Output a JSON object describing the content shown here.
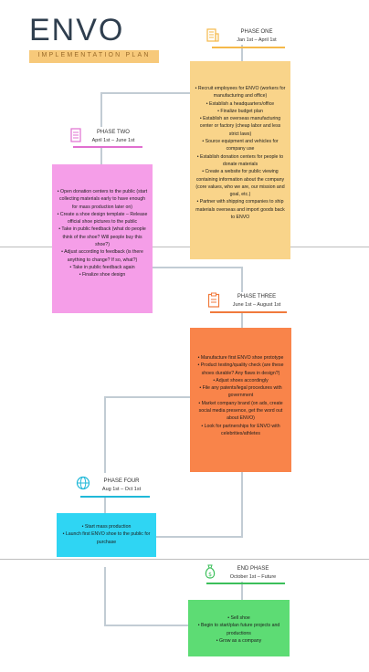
{
  "header": {
    "title": "ENVO",
    "subtitle": "IMPLEMENTATION PLAN"
  },
  "phases": [
    {
      "name": "PHASE ONE",
      "dates": "Jan 1st – April 1st",
      "icon": "building-icon",
      "color": "#f9d48a",
      "items": [
        "• Recruit employees for ENVO (workers for manufacturing and office)",
        "• Establish a headquarters/office",
        "• Finalize budget plan",
        "• Establish an overseas manufacturing center or factory (cheap labor and less strict laws)",
        "• Source equipment and vehicles for company use",
        "• Establish donation centers for people to donate materials",
        "• Create a website for public viewing containing information about the company (core values, who we are, our mission and goal, etc.)",
        "• Partner with shipping companies to ship materials overseas and import goods back to ENVO"
      ]
    },
    {
      "name": "PHASE TWO",
      "dates": "April 1st – June 1st",
      "icon": "document-icon",
      "color": "#f59ee8",
      "items": [
        "• Open donation centers to the public (start collecting materials early to have enough for mass production later on)",
        "• Create a shoe design template – Release official shoe pictures to the public",
        "• Take in public feedback (what do people think of the shoe? Will people buy this shoe?)",
        "• Adjust according to feedback (is there anything to change? If so, what?)",
        "• Take in public feedback again",
        "• Finalize shoe design"
      ]
    },
    {
      "name": "PHASE THREE",
      "dates": "June 1st – August 1st",
      "icon": "clipboard-icon",
      "color": "#f9844a",
      "items": [
        "• Manufacture first ENVO shoe prototype",
        "• Product testing/quality check (are these shoes durable? Any flaws in design?)",
        "• Adjust shoes accordingly",
        "• File any patents/legal procedures with government",
        "• Market company brand (on ads, create social media presence, get the word out about ENVO)",
        "• Look for partnerships for ENVO with celebrities/athletes"
      ]
    },
    {
      "name": "PHASE FOUR",
      "dates": "Aug 1st – Oct 1st",
      "icon": "globe-icon",
      "color": "#2fd5f3",
      "items": [
        "• Start mass production",
        "• Launch first ENVO shoe to the public for purchase"
      ]
    },
    {
      "name": "END PHASE",
      "dates": "October 1st – Future",
      "icon": "money-bag-icon",
      "color": "#5ddc74",
      "items": [
        "• Sell shoe",
        "• Begin to start/plan future projects and productions",
        "• Grow as a company"
      ]
    }
  ]
}
